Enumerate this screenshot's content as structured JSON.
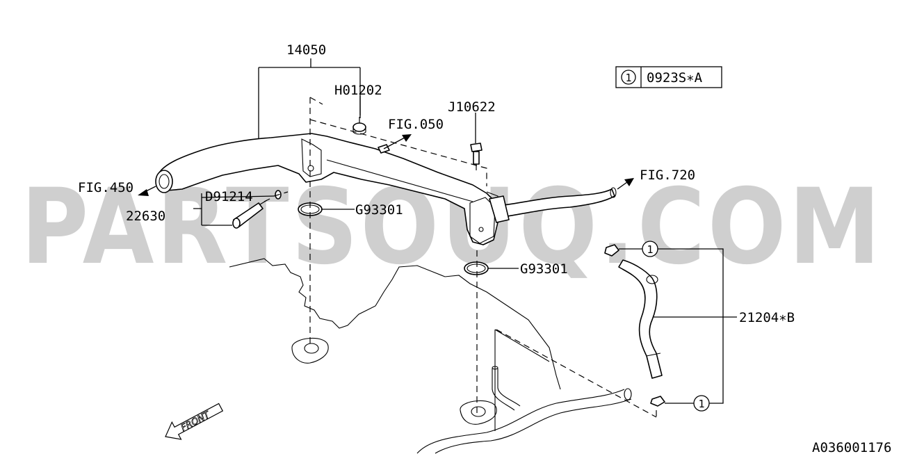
{
  "watermark": "PARTSOUQ.COM",
  "labels": {
    "assembly": "14050",
    "plug": "H01202",
    "bolt": "J10622",
    "fig050": "FIG.050",
    "fig720": "FIG.720",
    "fig450": "FIG.450",
    "washer": "D91214",
    "sensor": "22630",
    "gasket1": "G93301",
    "gasket2": "G93301",
    "hose": "21204∗B",
    "front": "FRONT",
    "diagram_id": "A036001176"
  },
  "legend": {
    "symbol": "1",
    "code": "0923S∗A"
  },
  "callout_symbol": "1",
  "colors": {
    "ink": "#000000",
    "watermark": "#cfcfcf",
    "background": "#ffffff"
  }
}
